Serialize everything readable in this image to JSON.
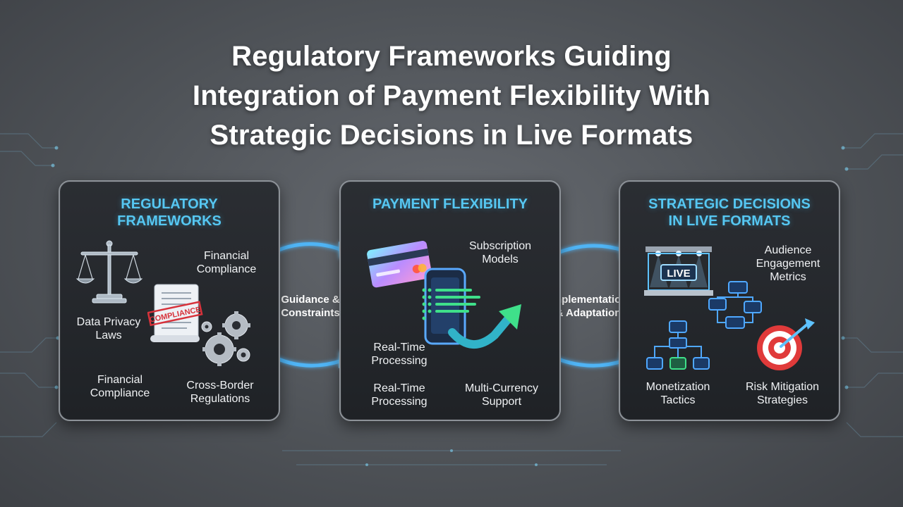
{
  "title": {
    "line1": "Regulatory Frameworks Guiding",
    "line2": "Integration of Payment Flexibility With",
    "line3": "Strategic Decisions in Live Formats"
  },
  "panels": [
    {
      "heading_line1": "REGULATORY",
      "heading_line2": "FRAMEWORKS",
      "labels": {
        "financial_compliance_top_1": "Financial",
        "financial_compliance_top_2": "Compliance",
        "data_privacy_1": "Data Privacy",
        "data_privacy_2": "Laws",
        "financial_compliance_bottom_1": "Financial",
        "financial_compliance_bottom_2": "Compliance",
        "cross_border_1": "Cross-Border",
        "cross_border_2": "Regulations"
      },
      "stamp_text": "COMPLIANCE"
    },
    {
      "heading": "PAYMENT FLEXIBILITY",
      "labels": {
        "subscription_1": "Subscription",
        "subscription_2": "Models",
        "realtime_mid_1": "Real-Time",
        "realtime_mid_2": "Processing",
        "realtime_bottom_1": "Real-Time",
        "realtime_bottom_2": "Processing",
        "multicurrency_1": "Multi-Currency",
        "multicurrency_2": "Support"
      }
    },
    {
      "heading_line1": "STRATEGIC DECISIONS",
      "heading_line2": "IN LIVE FORMATS",
      "labels": {
        "audience_1": "Audience",
        "audience_2": "Engagement",
        "audience_3": "Metrics",
        "monetization_1": "Monetization",
        "monetization_2": "Tactics",
        "risk_1": "Risk Mitigation",
        "risk_2": "Strategies"
      },
      "live_sign": "LIVE"
    }
  ],
  "connectors": {
    "left_1": "Guidance &",
    "left_2": "Constraints",
    "right_1": "Implementation",
    "right_2": "& Adaptation"
  },
  "colors": {
    "accent_cyan": "#56c7f2",
    "arrow_blue": "#4fb4f5",
    "panel_bg": "#24272b",
    "panel_border": "#8d9298",
    "target_red": "#e03a3a",
    "growth_green": "#3fe08a"
  }
}
